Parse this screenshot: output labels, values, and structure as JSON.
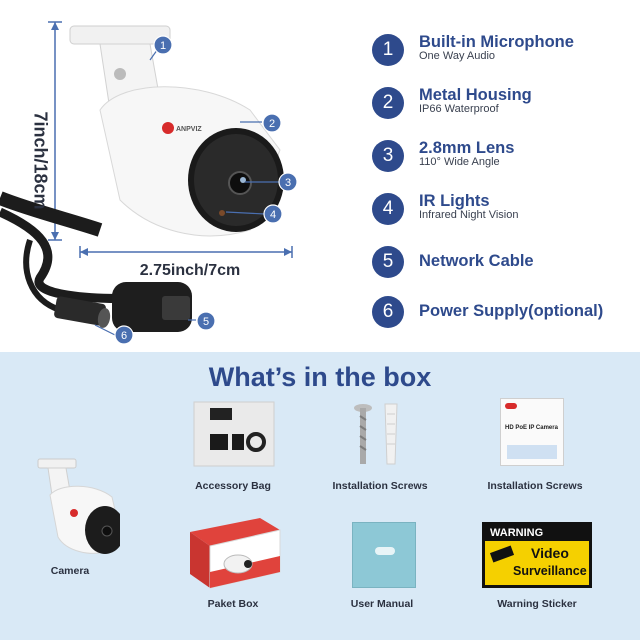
{
  "dimensions": {
    "height": "7inch/18cm",
    "width": "2.75inch/7cm"
  },
  "callouts": [
    "1",
    "2",
    "3",
    "4",
    "5",
    "6"
  ],
  "brand_logo": "ANPVIZ",
  "features": [
    {
      "number": "1",
      "title": "Built-in Microphone",
      "subtitle": "One Way Audio"
    },
    {
      "number": "2",
      "title": "Metal Housing",
      "subtitle": "IP66 Waterproof"
    },
    {
      "number": "3",
      "title": "2.8mm Lens",
      "subtitle": "110° Wide Angle"
    },
    {
      "number": "4",
      "title": "IR Lights",
      "subtitle": "Infrared Night Vision"
    },
    {
      "number": "5",
      "title": "Network Cable",
      "subtitle": ""
    },
    {
      "number": "6",
      "title": "Power Supply(optional)",
      "subtitle": ""
    }
  ],
  "box": {
    "title": "What’s in the box",
    "items": {
      "camera": "Camera",
      "accessory_bag": "Accessory Bag",
      "screws_1": "Installation Screws",
      "screws_2": "Installation Screws",
      "paket_box": "Paket Box",
      "user_manual": "User Manual",
      "warning_sticker": "Warning Sticker"
    },
    "guide_text": "HD PoE IP Camera",
    "sticker": {
      "warning": "WARNING",
      "line1": "Video",
      "line2": "Surveillance"
    }
  },
  "colors": {
    "accent": "#2e4a8c",
    "bottom_bg": "#d9e9f6",
    "dimension_line": "#4a6fb0"
  }
}
